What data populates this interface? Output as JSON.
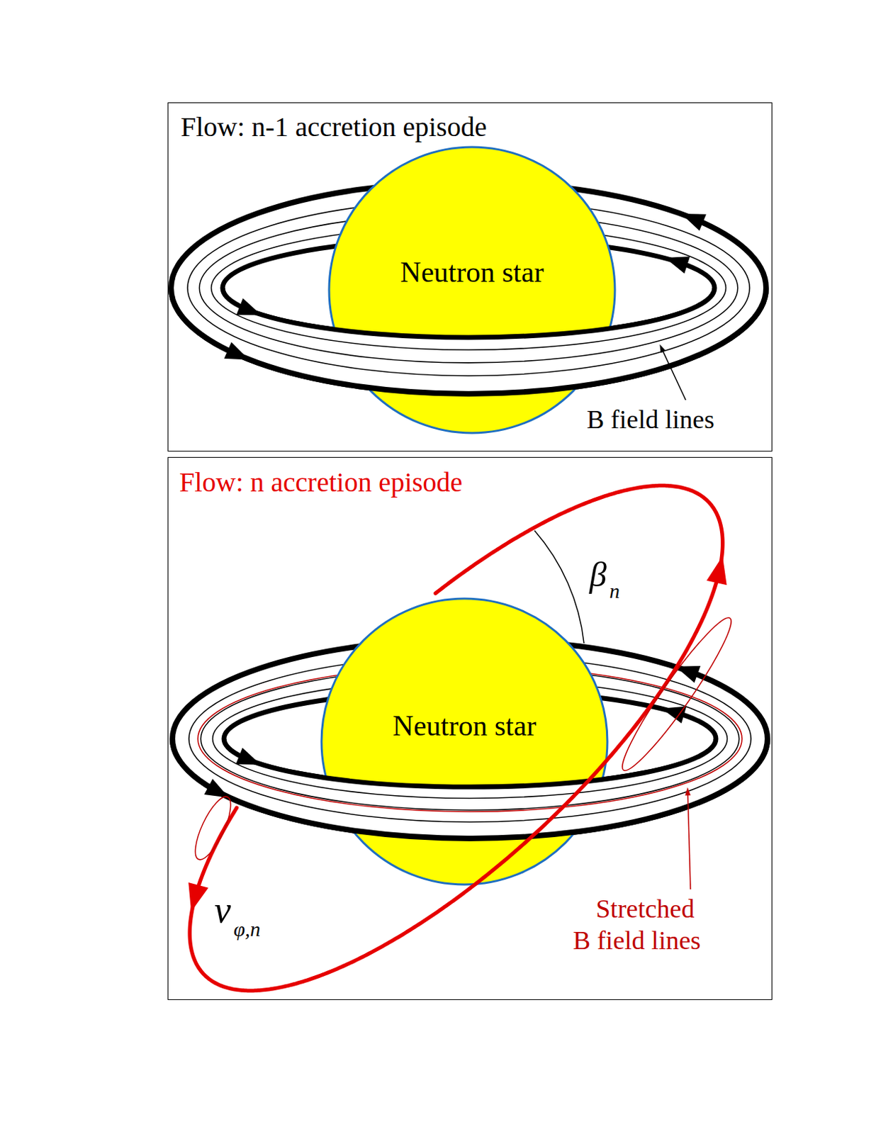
{
  "diagram": {
    "nodes": [
      {
        "text": [
          "Flow: n-1 accretion episode"
        ]
      },
      {
        "text": [
          "Neutron star"
        ],
        "in": 0
      },
      {
        "text": [
          "Flow: n accretion episode"
        ]
      },
      {
        "text": [
          "Neutron star"
        ],
        "in": 2
      }
    ],
    "labels": [
      "B field lines",
      "β",
      "n",
      "v",
      "φ,n",
      "Stretched B field lines"
    ]
  }
}
